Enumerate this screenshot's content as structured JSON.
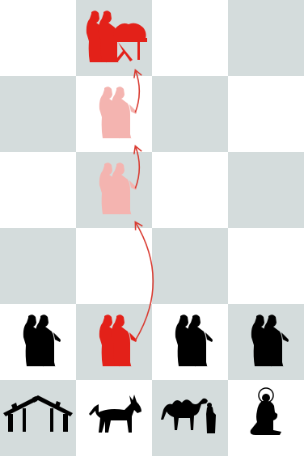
{
  "board": {
    "files": 4,
    "ranks": 6,
    "colors": {
      "light": "#ffffff",
      "dark": "#d4dcdc",
      "piece": "#000000",
      "highlight": "#e32119",
      "ghost": "#f4b4b0",
      "arrow": "#d93a30"
    },
    "pieces": [
      {
        "name": "shepherds-red-icon",
        "kind": "shepherds-manger",
        "file": 1,
        "rank": 0,
        "tone": "highlight",
        "interactable": true
      },
      {
        "name": "shepherds-ghost-icon",
        "kind": "shepherds",
        "file": 1,
        "rank": 1,
        "tone": "ghost",
        "interactable": false
      },
      {
        "name": "shepherds-ghost-icon",
        "kind": "shepherds",
        "file": 1,
        "rank": 2,
        "tone": "ghost",
        "interactable": false
      },
      {
        "name": "shepherds-icon",
        "kind": "shepherds",
        "file": 0,
        "rank": 4,
        "tone": "piece",
        "interactable": true
      },
      {
        "name": "shepherds-red-icon",
        "kind": "shepherds",
        "file": 1,
        "rank": 4,
        "tone": "highlight",
        "interactable": true
      },
      {
        "name": "shepherds-icon",
        "kind": "shepherds",
        "file": 2,
        "rank": 4,
        "tone": "piece",
        "interactable": true
      },
      {
        "name": "shepherds-icon",
        "kind": "shepherds",
        "file": 3,
        "rank": 4,
        "tone": "piece",
        "interactable": true
      },
      {
        "name": "stable-icon",
        "kind": "stable",
        "file": 0,
        "rank": 5,
        "tone": "piece",
        "interactable": true
      },
      {
        "name": "donkey-icon",
        "kind": "donkey",
        "file": 1,
        "rank": 5,
        "tone": "piece",
        "interactable": true
      },
      {
        "name": "camel-king-icon",
        "kind": "camel",
        "file": 2,
        "rank": 5,
        "tone": "piece",
        "interactable": true
      },
      {
        "name": "mary-icon",
        "kind": "mary",
        "file": 3,
        "rank": 5,
        "tone": "piece",
        "interactable": true
      }
    ],
    "moves": [
      {
        "name": "move-arrow",
        "from": [
          1,
          4
        ],
        "to": [
          1,
          2
        ],
        "shape": "long"
      },
      {
        "name": "move-arrow",
        "from": [
          1,
          2
        ],
        "to": [
          1,
          1
        ],
        "shape": "short"
      },
      {
        "name": "move-arrow",
        "from": [
          1,
          1
        ],
        "to": [
          1,
          0
        ],
        "shape": "short"
      }
    ]
  }
}
